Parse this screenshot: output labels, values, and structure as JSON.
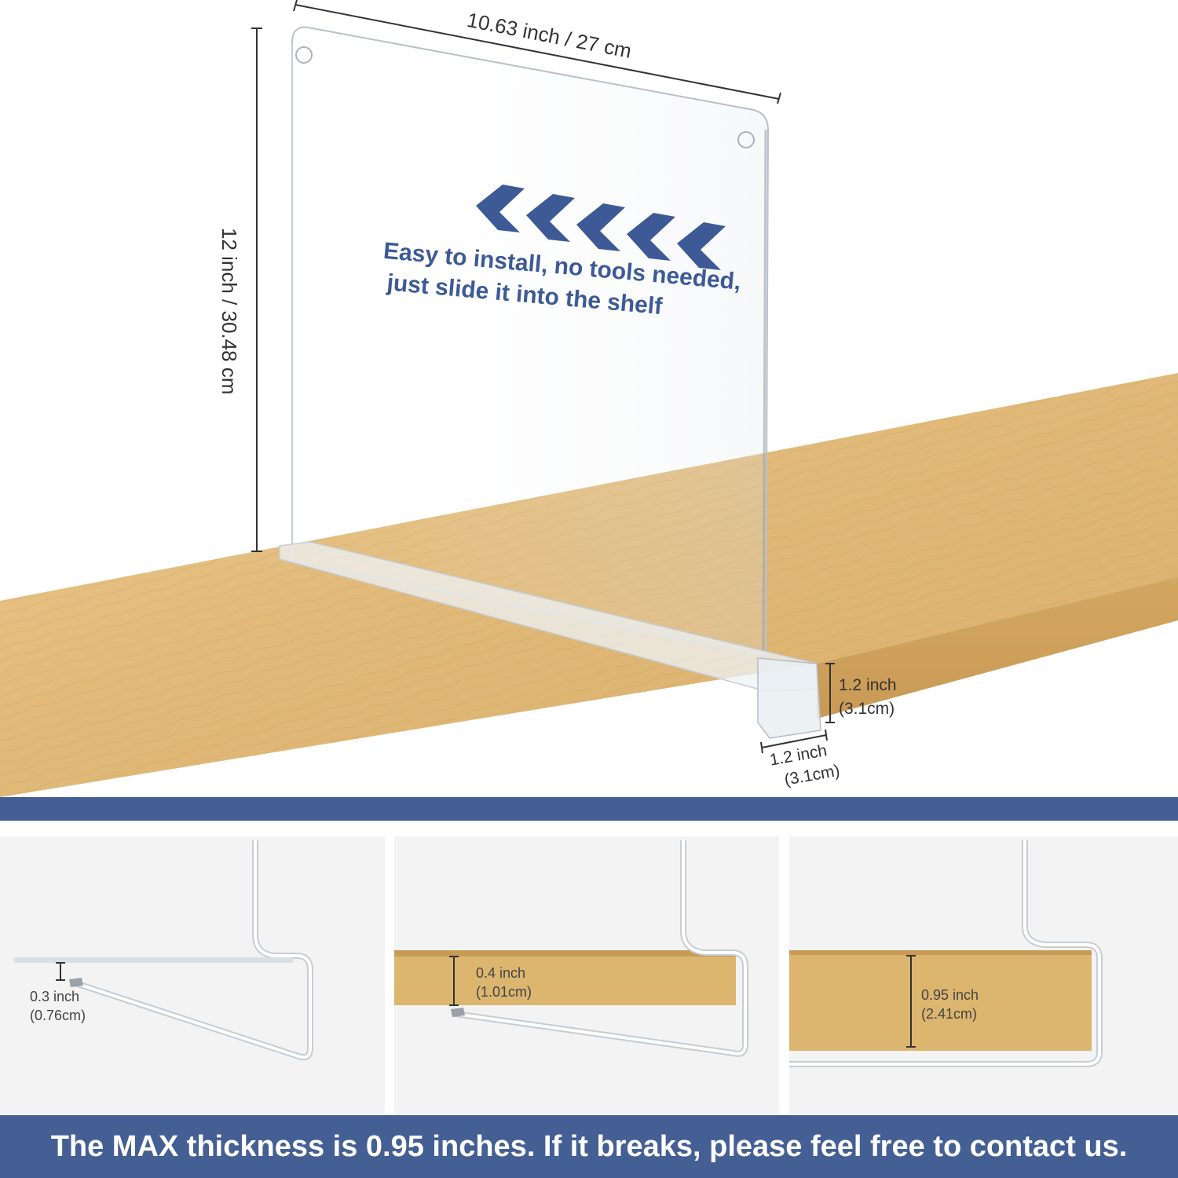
{
  "hero": {
    "instruction_line1": "Easy to install, no tools needed,",
    "instruction_line2": "just slide it into the shelf",
    "arrow_color": "#3d5a96",
    "width_label": "10.63 inch / 27 cm",
    "height_label": "12 inch / 30.48 cm",
    "foot_height_label": "1.2 inch",
    "foot_height_metric": "(3.1cm)",
    "foot_width_label": "1.2 inch",
    "foot_width_metric": "(3.1cm)"
  },
  "panels": [
    {
      "label": "0.3 inch",
      "metric": "(0.76cm)"
    },
    {
      "label": "0.4 inch",
      "metric": "(1.01cm)"
    },
    {
      "label": "0.95 inch",
      "metric": "(2.41cm)"
    }
  ],
  "footer": {
    "text": "The MAX thickness is 0.95 inches. If it breaks, please feel free to contact us."
  },
  "colors": {
    "brand_blue": "#445f94",
    "wood": "#e3bd7d",
    "panel_background": "#f3f3f3"
  }
}
